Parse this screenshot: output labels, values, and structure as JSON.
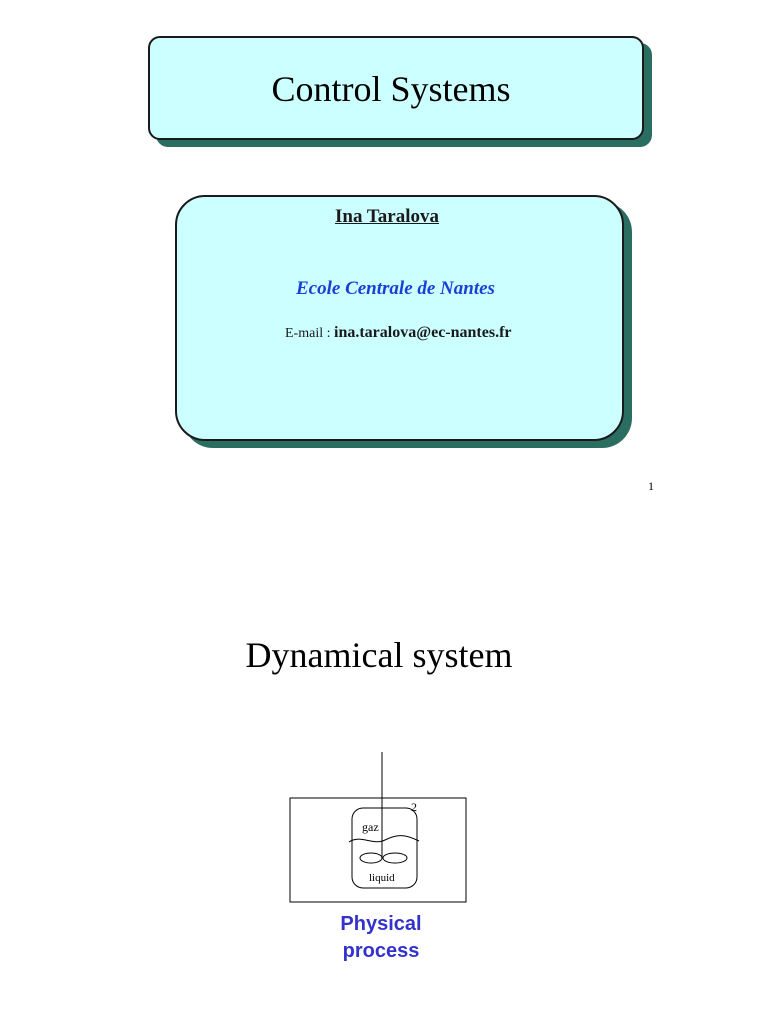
{
  "slide1": {
    "title": "Control Systems",
    "author": "Ina Taralova",
    "institution": "Ecole Centrale de Nantes",
    "email_label": "E-mail : ",
    "email": "ina.taralova@ec-nantes.fr",
    "page_number": "1"
  },
  "slide2": {
    "title": "Dynamical system",
    "diagram": {
      "gas_label": "gaz",
      "liquid_label": "liquid",
      "marker": "2"
    },
    "caption_line1": "Physical",
    "caption_line2": "process"
  },
  "colors": {
    "box_fill": "#ccffff",
    "box_shadow": "#2a6e62",
    "institution_blue": "#1a3fd6",
    "caption_blue": "#3333cc"
  }
}
